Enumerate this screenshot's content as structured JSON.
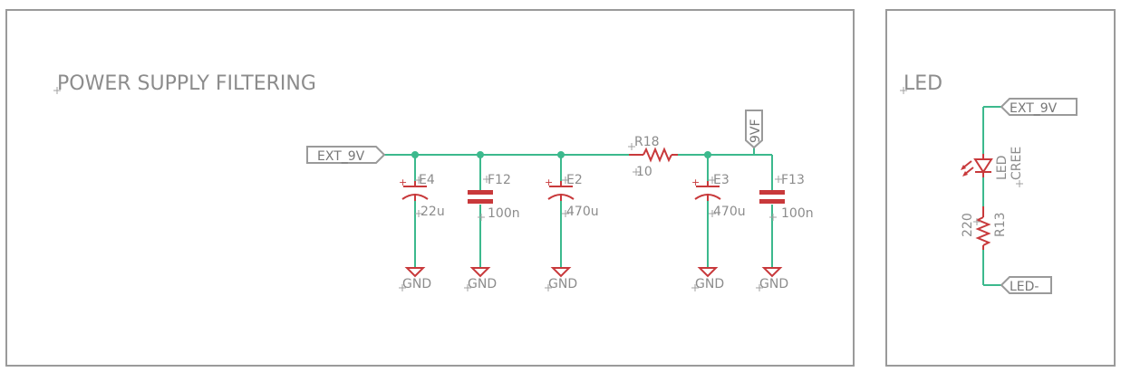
{
  "sheets": {
    "power": {
      "title": "POWER SUPPLY FILTERING"
    },
    "led": {
      "title": "LED"
    }
  },
  "nets": {
    "ext_9v": "EXT_9V",
    "vf": "9VF",
    "gnd": "GND",
    "led_minus": "LED-"
  },
  "components": {
    "e4": {
      "name": "E4",
      "value": "22u",
      "polarity": "+"
    },
    "f12": {
      "name": "F12",
      "value": "100n"
    },
    "e2": {
      "name": "E2",
      "value": "470u",
      "polarity": "+"
    },
    "r18": {
      "name": "R18",
      "value": "10"
    },
    "e3": {
      "name": "E3",
      "value": "470u",
      "polarity": "+"
    },
    "f13": {
      "name": "F13",
      "value": "100n"
    },
    "led": {
      "name": "LED",
      "value": "CREE"
    },
    "r13": {
      "name": "R13",
      "value": "220"
    }
  },
  "ground_labels": [
    "GND",
    "GND",
    "GND",
    "GND",
    "GND"
  ],
  "colors": {
    "wire": "#3cb98d",
    "component": "#c8393b",
    "frame": "#9a9a9a",
    "text": "#8c8c8c"
  },
  "icons": {
    "ground": "ground-icon",
    "junction": "junction-dot",
    "led_light": "light-rays-icon"
  }
}
